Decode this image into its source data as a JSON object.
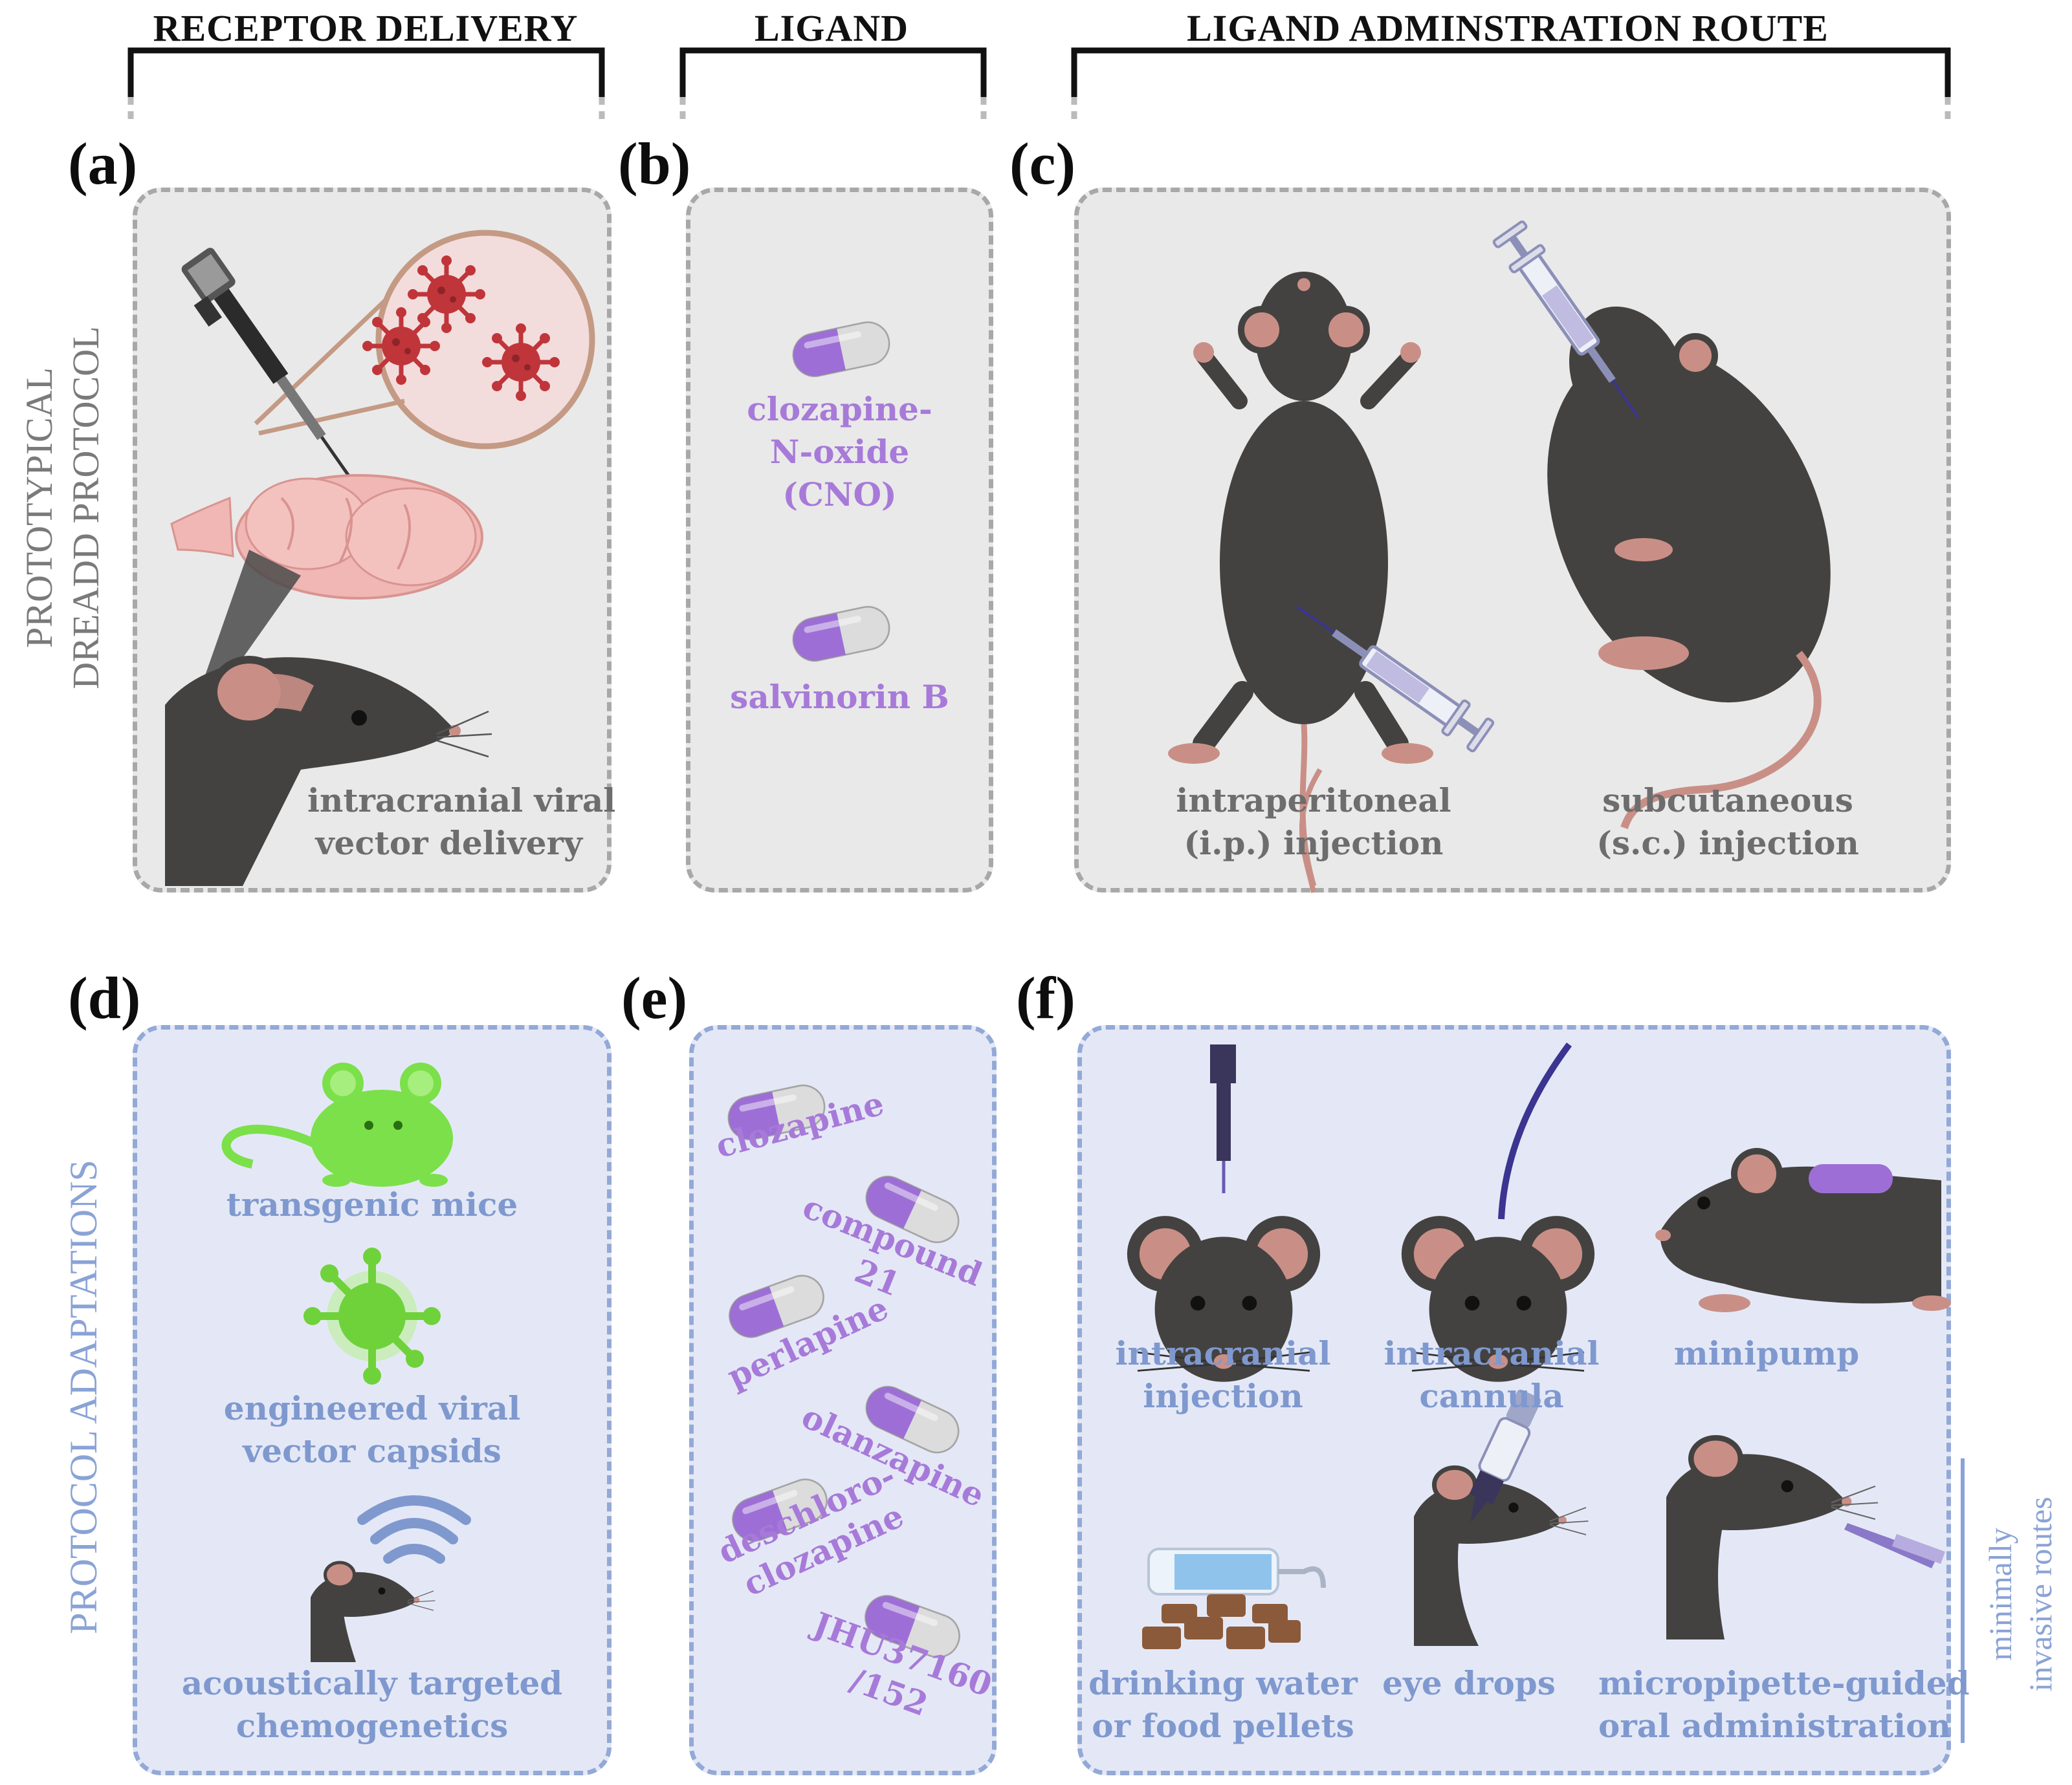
{
  "headers": {
    "receptor_delivery": "RECEPTOR DELIVERY",
    "ligand": "LIGAND",
    "route": "LIGAND ADMINSTRATION ROUTE"
  },
  "row_labels": {
    "top_line1": "PROTOTYPICAL",
    "top_line2": "DREADD PROTOCOL",
    "bottom": "PROTOCOL ADAPTATIONS",
    "right_line1": "minimally",
    "right_line2": "invasive routes"
  },
  "panels": {
    "a": {
      "letter": "(a)",
      "line1": "intracranial viral",
      "line2": "vector delivery"
    },
    "b": {
      "letter": "(b)",
      "ligand1_l1": "clozapine-",
      "ligand1_l2": "N-oxide",
      "ligand1_l3": "(CNO)",
      "ligand2": "salvinorin B"
    },
    "c": {
      "letter": "(c)",
      "ip_l1": "intraperitoneal",
      "ip_l2": "(i.p.) injection",
      "sc_l1": "subcutaneous",
      "sc_l2": "(s.c.) injection"
    },
    "d": {
      "letter": "(d)",
      "item1": "transgenic mice",
      "item2_l1": "engineered viral",
      "item2_l2": "vector capsids",
      "item3_l1": "acoustically targeted",
      "item3_l2": "chemogenetics"
    },
    "e": {
      "letter": "(e)",
      "lig1": "clozapine",
      "lig2_l1": "compound",
      "lig2_l2": "21",
      "lig3": "perlapine",
      "lig4": "olanzapine",
      "lig5_l1": "deschloro-",
      "lig5_l2": "clozapine",
      "lig6_l1": "JHU37160",
      "lig6_l2": "/152"
    },
    "f": {
      "letter": "(f)",
      "r1": {
        "l1": "intracranial",
        "l2": "injection"
      },
      "r2": {
        "l1": "intracranial",
        "l2": "cannula"
      },
      "r3": {
        "l1": "minipump"
      },
      "r4": {
        "l1": "drinking water",
        "l2": "or food pellets"
      },
      "r5": {
        "l1": "eye drops"
      },
      "r6": {
        "l1": "micropipette-guided",
        "l2": "oral administration"
      }
    }
  },
  "colors": {
    "gray_panel": "#e9e9e9",
    "blue_panel": "#e4e8f6",
    "gray_text": "#6d6d6d",
    "blue_text": "#7f99cf",
    "purple_text": "#a77ad9",
    "mouse_fur": "#444240",
    "mouse_skin": "#c98f86",
    "virus_red": "#c0353a",
    "virus_green": "#6fd23a",
    "capsule_purple": "#9d6fd6"
  },
  "icons": [
    "microinjector-icon",
    "virus-icon",
    "brain-icon",
    "mouse-icon",
    "syringe-icon",
    "capsule-icon",
    "sound-wave-icon",
    "cannula-icon",
    "minipump-icon",
    "water-bottle-icon",
    "food-pellets-icon",
    "eye-dropper-icon",
    "micropipette-icon"
  ]
}
